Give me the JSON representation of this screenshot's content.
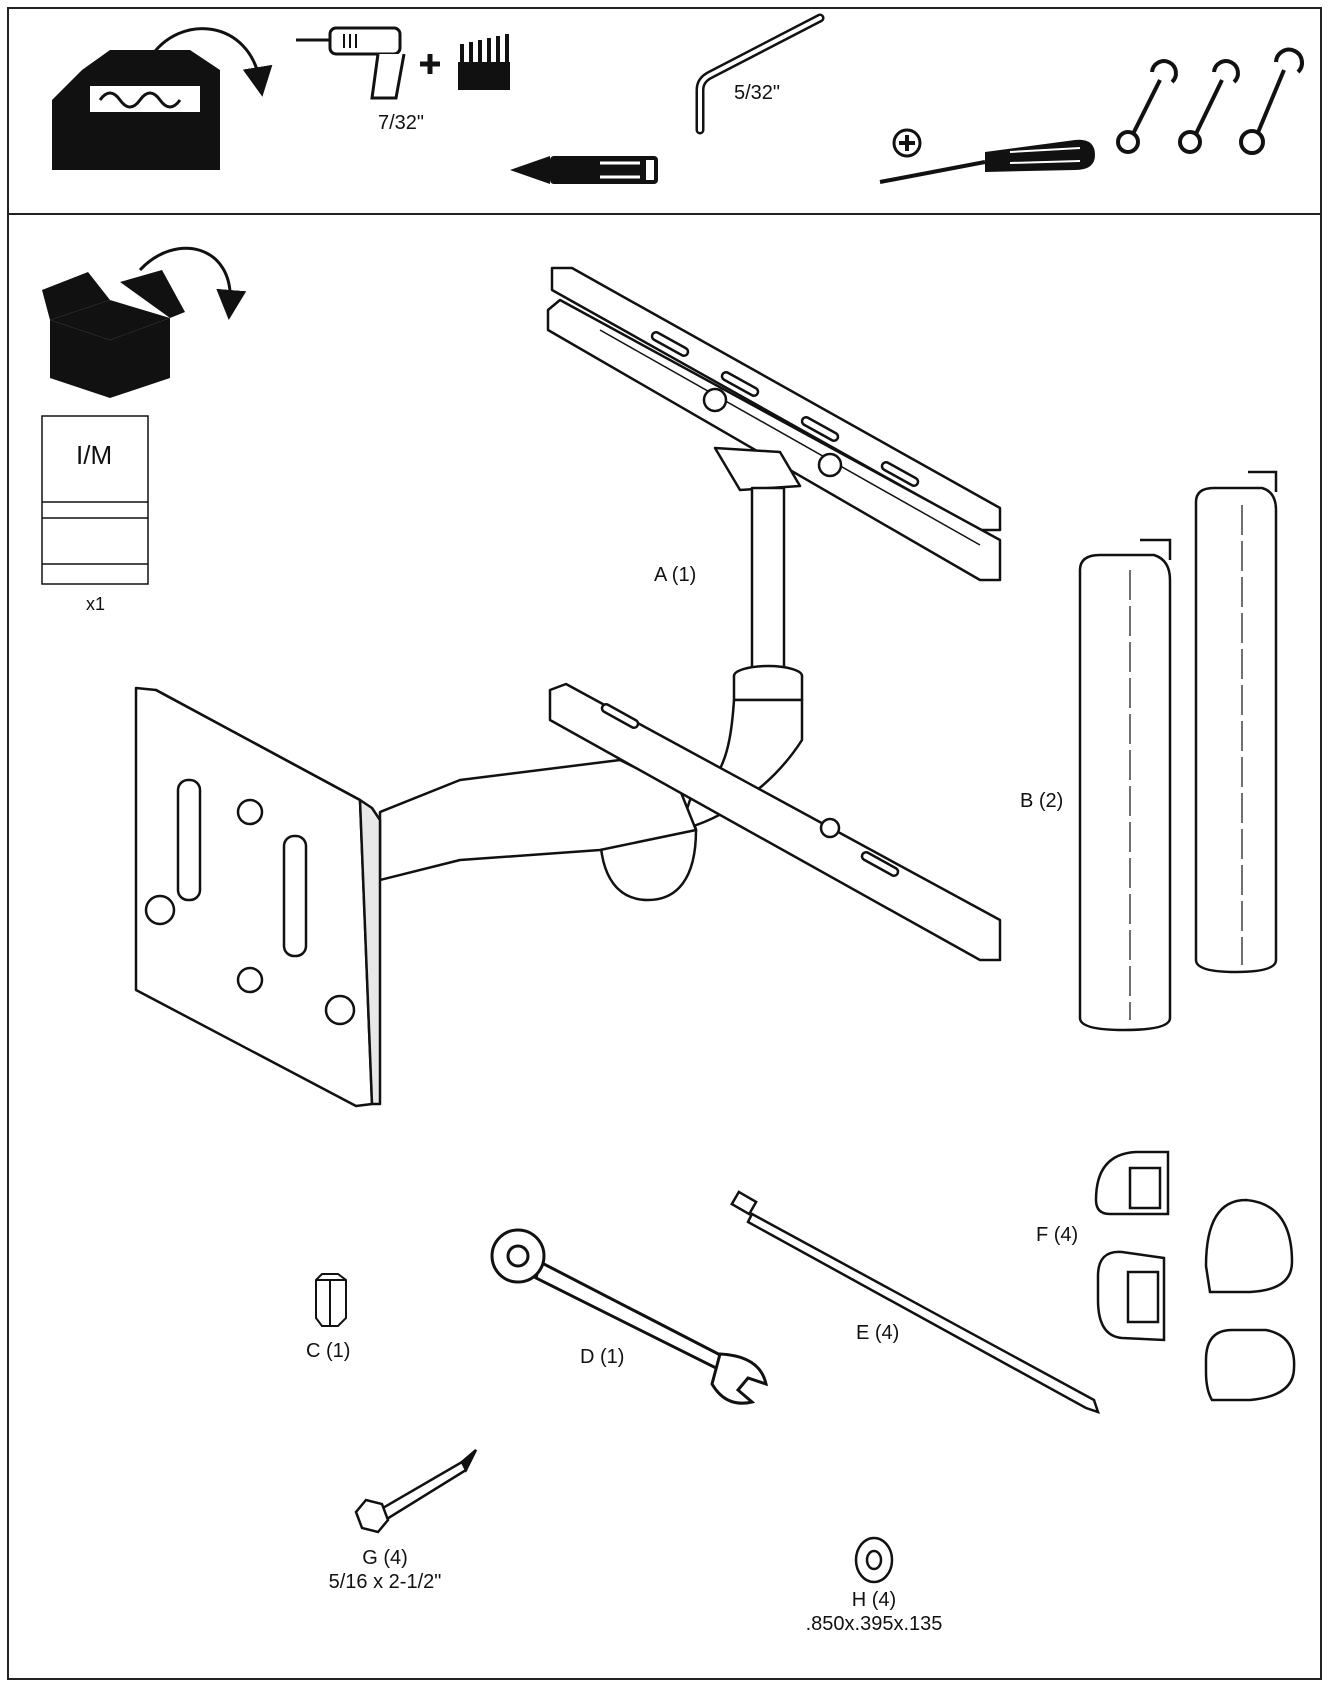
{
  "tools": {
    "drill_bit_size": "7/32\"",
    "hex_key_size": "5/32\"",
    "plus_sign": "+",
    "icons": [
      "toolbox-icon",
      "drill-icon",
      "drill-bits-icon",
      "hex-key-icon",
      "pencil-icon",
      "phillips-screwdriver-icon",
      "wrench-icon"
    ]
  },
  "parts": {
    "manual_label": "I/M",
    "manual_qty": "x1",
    "a": "A (1)",
    "b": "B (2)",
    "c": "C (1)",
    "d": "D (1)",
    "e": "E (4)",
    "f": "F (4)",
    "g": "G (4)",
    "g_size": "5/16 x 2-1/2\"",
    "h": "H (4)",
    "h_size": ".850x.395x.135"
  }
}
